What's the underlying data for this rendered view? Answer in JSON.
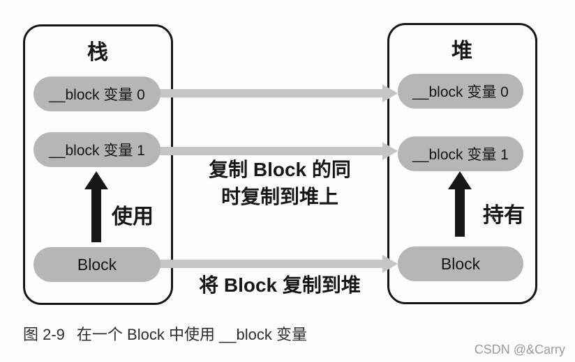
{
  "figure": {
    "stack": {
      "title": "栈",
      "pills": [
        "__block 变量 0",
        "__block 变量 1",
        "Block"
      ],
      "arrow_label": "使用"
    },
    "heap": {
      "title": "堆",
      "pills": [
        "__block 变量 0",
        "__block 变量 1",
        "Block"
      ],
      "arrow_label": "持有"
    },
    "annotations": {
      "copy_together_line1": "复制 Block 的同",
      "copy_together_line2": "时复制到堆上",
      "copy_block_to_heap": "将 Block 复制到堆"
    },
    "caption": {
      "number": "图 2-9",
      "text": "在一个 Block 中使用 __block 变量"
    },
    "watermark": "CSDN @&Carry"
  },
  "colors": {
    "pill-fill": "#b6b6b6",
    "arrow-gray": "#c5c5c5",
    "ink": "#161616",
    "caption-ink": "#2d2d2d",
    "watermark-gray": "#9b9b9d",
    "bg": "#fdfdfd"
  }
}
